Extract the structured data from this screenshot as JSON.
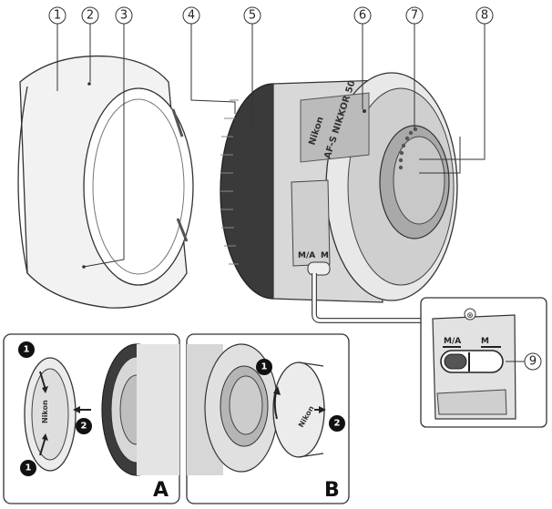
{
  "callouts": {
    "hood": "1",
    "hood_mark_top": "2",
    "hood_mark_bottom": "3",
    "focus_ring": "4",
    "lens_barrel": "5",
    "mount_mark": "6",
    "cpu_mount": "7",
    "cpu_contacts": "8",
    "focus_mode_switch": "9"
  },
  "switch": {
    "ma_label": "M/A",
    "m_label": "M"
  },
  "lens_text": {
    "brand": "Nikon",
    "model": "AF-S NIKKOR 50"
  },
  "panels": {
    "a_letter": "A",
    "b_letter": "B"
  },
  "steps": {
    "a_step1_top": "1",
    "a_step2": "2",
    "a_step1_bottom": "1",
    "b_step1": "1",
    "b_step2": "2"
  },
  "caps": {
    "front_cap_brand": "Nikon",
    "rear_cap_brand": "Nikon"
  }
}
